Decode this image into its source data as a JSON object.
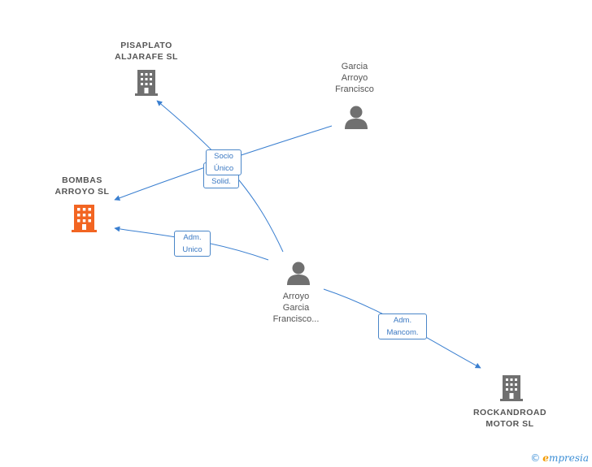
{
  "colors": {
    "edge": "#3a7fd0",
    "company": "#707070",
    "company_focus": "#f26522",
    "person": "#707070"
  },
  "nodes": {
    "pisaplato": {
      "label": "PISAPLATO\nALJARAFE  SL",
      "icon": "building-icon"
    },
    "bombas": {
      "label": "BOMBAS\nARROYO  SL",
      "icon": "building-icon"
    },
    "garcia": {
      "label": "Garcia\nArroyo\nFrancisco",
      "icon": "person-icon"
    },
    "arroyo": {
      "label": "Arroyo\nGarcia\nFrancisco...",
      "icon": "person-icon"
    },
    "rockandroad": {
      "label": "ROCKANDROAD\nMOTOR  SL",
      "icon": "building-icon"
    }
  },
  "edges": {
    "socio_unico": "Socio\nÚnico",
    "solid": "Solid.",
    "adm_unico": "Adm.\nUnico",
    "adm_mancom": "Adm.\nMancom."
  },
  "brand": {
    "copyright": "©",
    "initial": "e",
    "rest": "mpresia"
  }
}
